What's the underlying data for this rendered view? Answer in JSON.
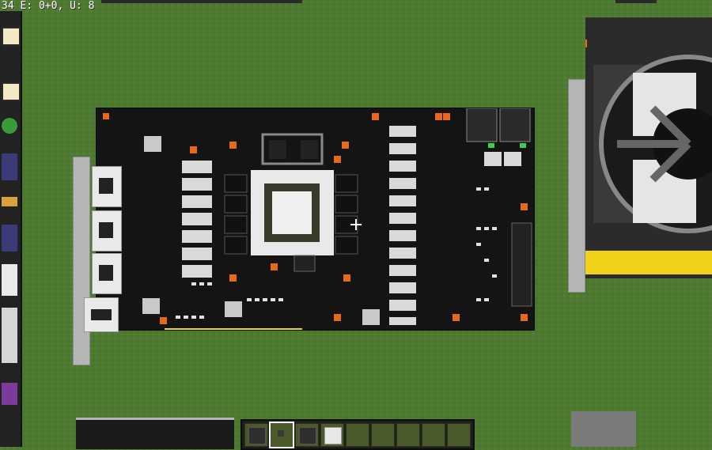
{
  "hud": {
    "debug_text": "34 E: 0+0, U: 8"
  },
  "colors": {
    "grass": "#4c7a2e",
    "pcb": "#141414",
    "accent_orange": "#e8681c",
    "gold_contacts": "#f0d21a",
    "port_white": "#e9e9e9"
  },
  "hotbar": {
    "selected_index": 1,
    "slots": [
      {
        "item": "dark-concrete-block"
      },
      {
        "item": "button-item"
      },
      {
        "item": "dark-concrete-block"
      },
      {
        "item": "white-concrete-block"
      },
      {
        "item": ""
      },
      {
        "item": ""
      },
      {
        "item": ""
      },
      {
        "item": ""
      },
      {
        "item": ""
      }
    ]
  },
  "scene": {
    "objects": [
      "graphics-card-pcb-build",
      "gpu-cooler-build",
      "io-bracket",
      "stone-block"
    ]
  }
}
